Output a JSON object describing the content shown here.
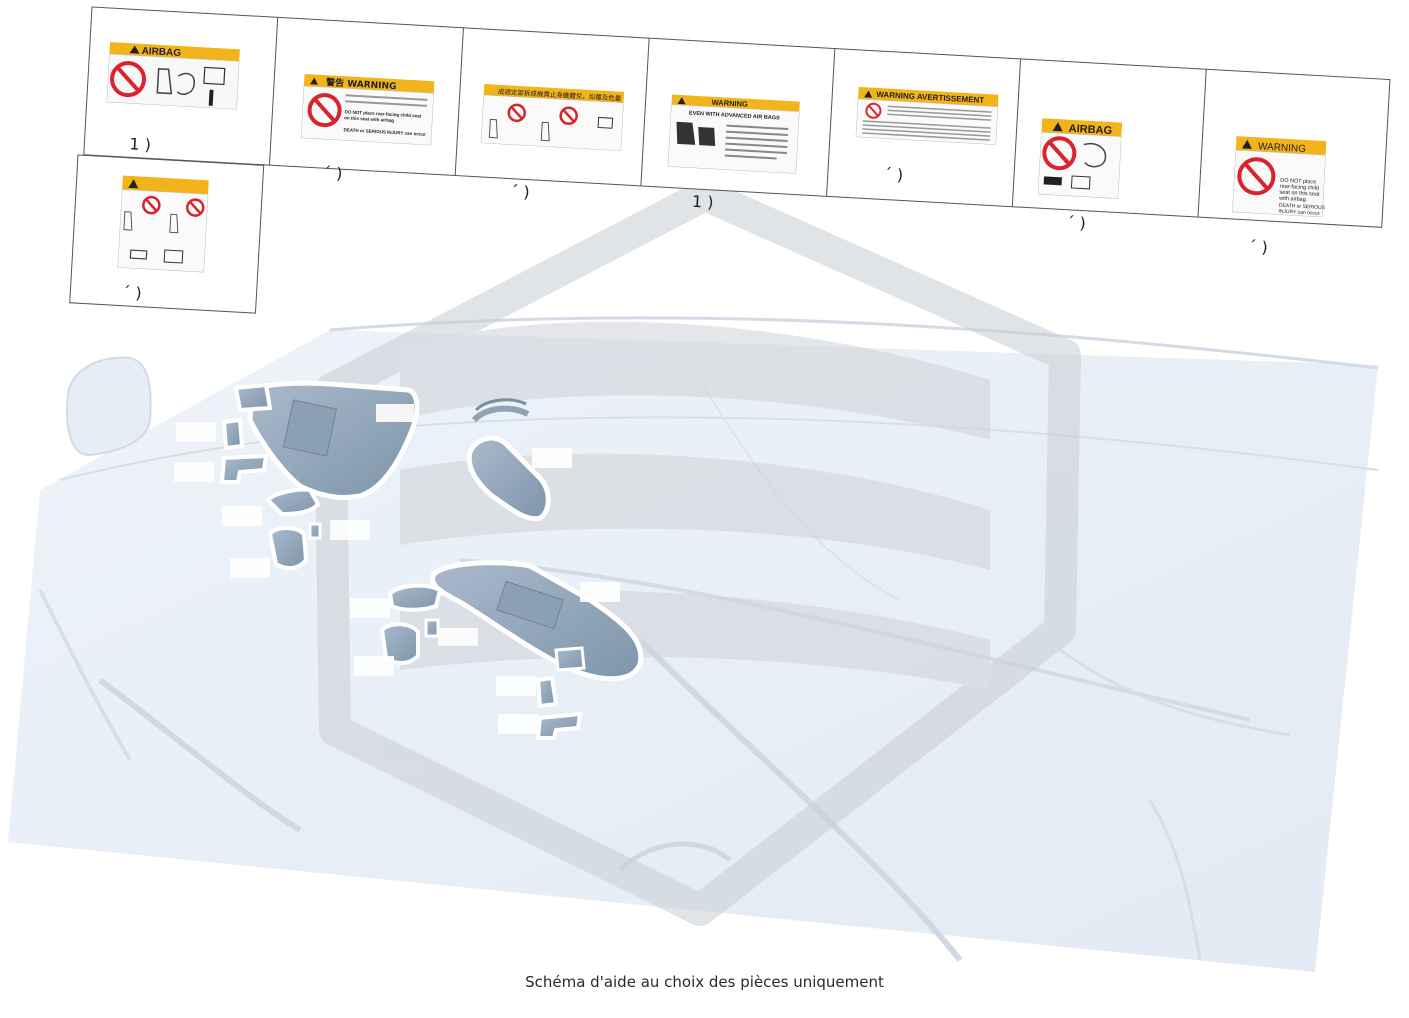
{
  "caption": "Schéma d'aide au choix des pièces uniquement",
  "labels": [
    {
      "title": "AIRBAG",
      "ref": "1 )"
    },
    {
      "title": "警告 WARNING",
      "line1": "DO NOT place rear-facing child seat",
      "line2": "on this seat with airbag",
      "line3": "DEATH or SERIOUS INJURY can occur",
      "ref": "´ )"
    },
    {
      "title": "成適定部拆成機貫止身纖體兒，如覆及危量",
      "ref": "´ )"
    },
    {
      "title": "WARNING",
      "line1": "EVEN WITH ADVANCED AIR BAGS",
      "ref": "1 )"
    },
    {
      "title": "WARNING AVERTISSEMENT",
      "ref": "´ )"
    },
    {
      "title": "AIRBAG",
      "ref": "´ )"
    },
    {
      "title": "WARNING",
      "line1": "DO NOT place",
      "line2": "rear-facing child",
      "line3": "seat on this seat",
      "line4": "with airbag.",
      "line5": "DEATH or SERIOUS",
      "line6": "INJURY can occur.",
      "ref": "´ )"
    },
    {
      "title": "",
      "ref": "´ )"
    }
  ],
  "colors": {
    "label_yellow": "#f3b41b",
    "prohibit_red": "#d9232d",
    "part_blue": "#8fa4b8",
    "car_bg": "#e7eef6",
    "watermark": "#c9ced4"
  }
}
